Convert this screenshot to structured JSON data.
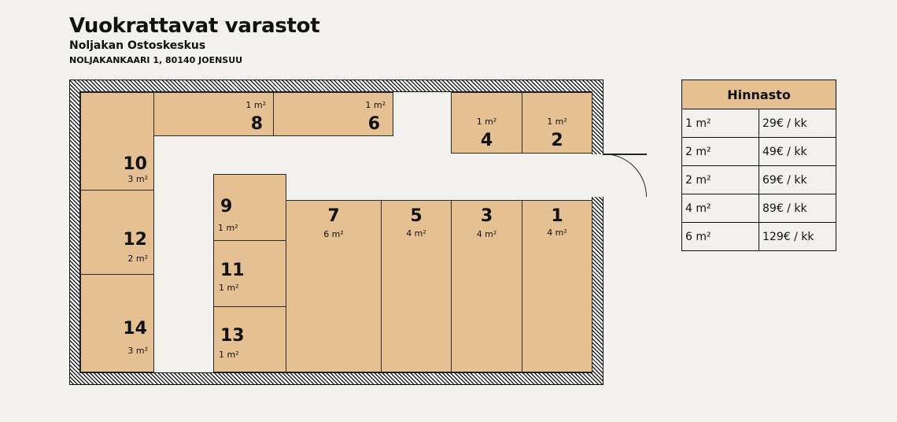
{
  "header": {
    "title": "Vuokrattavat varastot",
    "subtitle": "Noljakan Ostoskeskus",
    "address": "NOLJAKANKAARI 1, 80140 JOENSUU"
  },
  "units": [
    {
      "number": "10",
      "size": "3 m²"
    },
    {
      "number": "12",
      "size": "2 m²"
    },
    {
      "number": "14",
      "size": "3 m²"
    },
    {
      "number": "8",
      "size": "1 m²"
    },
    {
      "number": "6",
      "size": "1 m²"
    },
    {
      "number": "4",
      "size": "1 m²"
    },
    {
      "number": "2",
      "size": "1 m²"
    },
    {
      "number": "9",
      "size": "1 m²"
    },
    {
      "number": "11",
      "size": "1 m²"
    },
    {
      "number": "13",
      "size": "1 m²"
    },
    {
      "number": "7",
      "size": "6 m²"
    },
    {
      "number": "5",
      "size": "4 m²"
    },
    {
      "number": "3",
      "size": "4 m²"
    },
    {
      "number": "1",
      "size": "4 m²"
    }
  ],
  "pricing": {
    "title": "Hinnasto",
    "rows": [
      {
        "area": "1 m²",
        "price": "29€ / kk"
      },
      {
        "area": "2 m²",
        "price": "49€ / kk"
      },
      {
        "area": "2 m²",
        "price": "69€ / kk"
      },
      {
        "area": "4 m²",
        "price": "89€ / kk"
      },
      {
        "area": "6 m²",
        "price": "129€ / kk"
      }
    ]
  },
  "colors": {
    "unit_fill": "#e4c092",
    "background": "#f3f1ee",
    "wall": "#111111"
  }
}
